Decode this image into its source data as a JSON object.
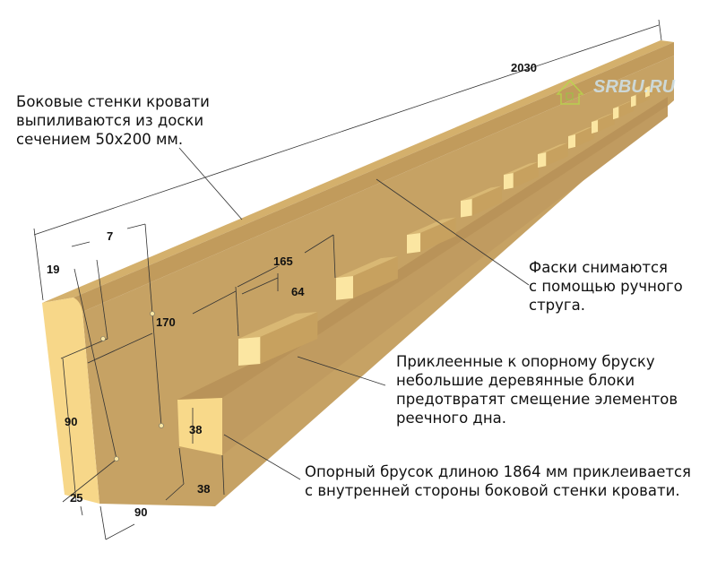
{
  "notes": {
    "side_walls": "Боковые стенки кровати\nвыпиливаются из доски\nсечением 50х200 мм.",
    "chamfers": "Фаски снимаются\nс помощью ручного\nструга.",
    "blocks": "Приклеенные к опорному бруску\nнебольшие деревянные блоки\nпредотвратят смещение элементов\nреечного дна.",
    "support_bar": "Опорный брусок длиною 1864 мм приклеивается\nс внутренней стороны боковой стенки кровати."
  },
  "dimensions": {
    "length": "2030",
    "d7": "7",
    "d19": "19",
    "d165": "165",
    "d64": "64",
    "d170": "170",
    "d90_vertical": "90",
    "d25": "25",
    "d38_height": "38",
    "d38_width": "38",
    "d90_bottom": "90"
  },
  "logo": "SRBU.RU",
  "colors": {
    "board_face": "#c9a466",
    "board_top": "#d6b26c",
    "end_face": "#f8d98a",
    "bar_top": "#b8935a",
    "block_face": "#fbe6a2"
  }
}
